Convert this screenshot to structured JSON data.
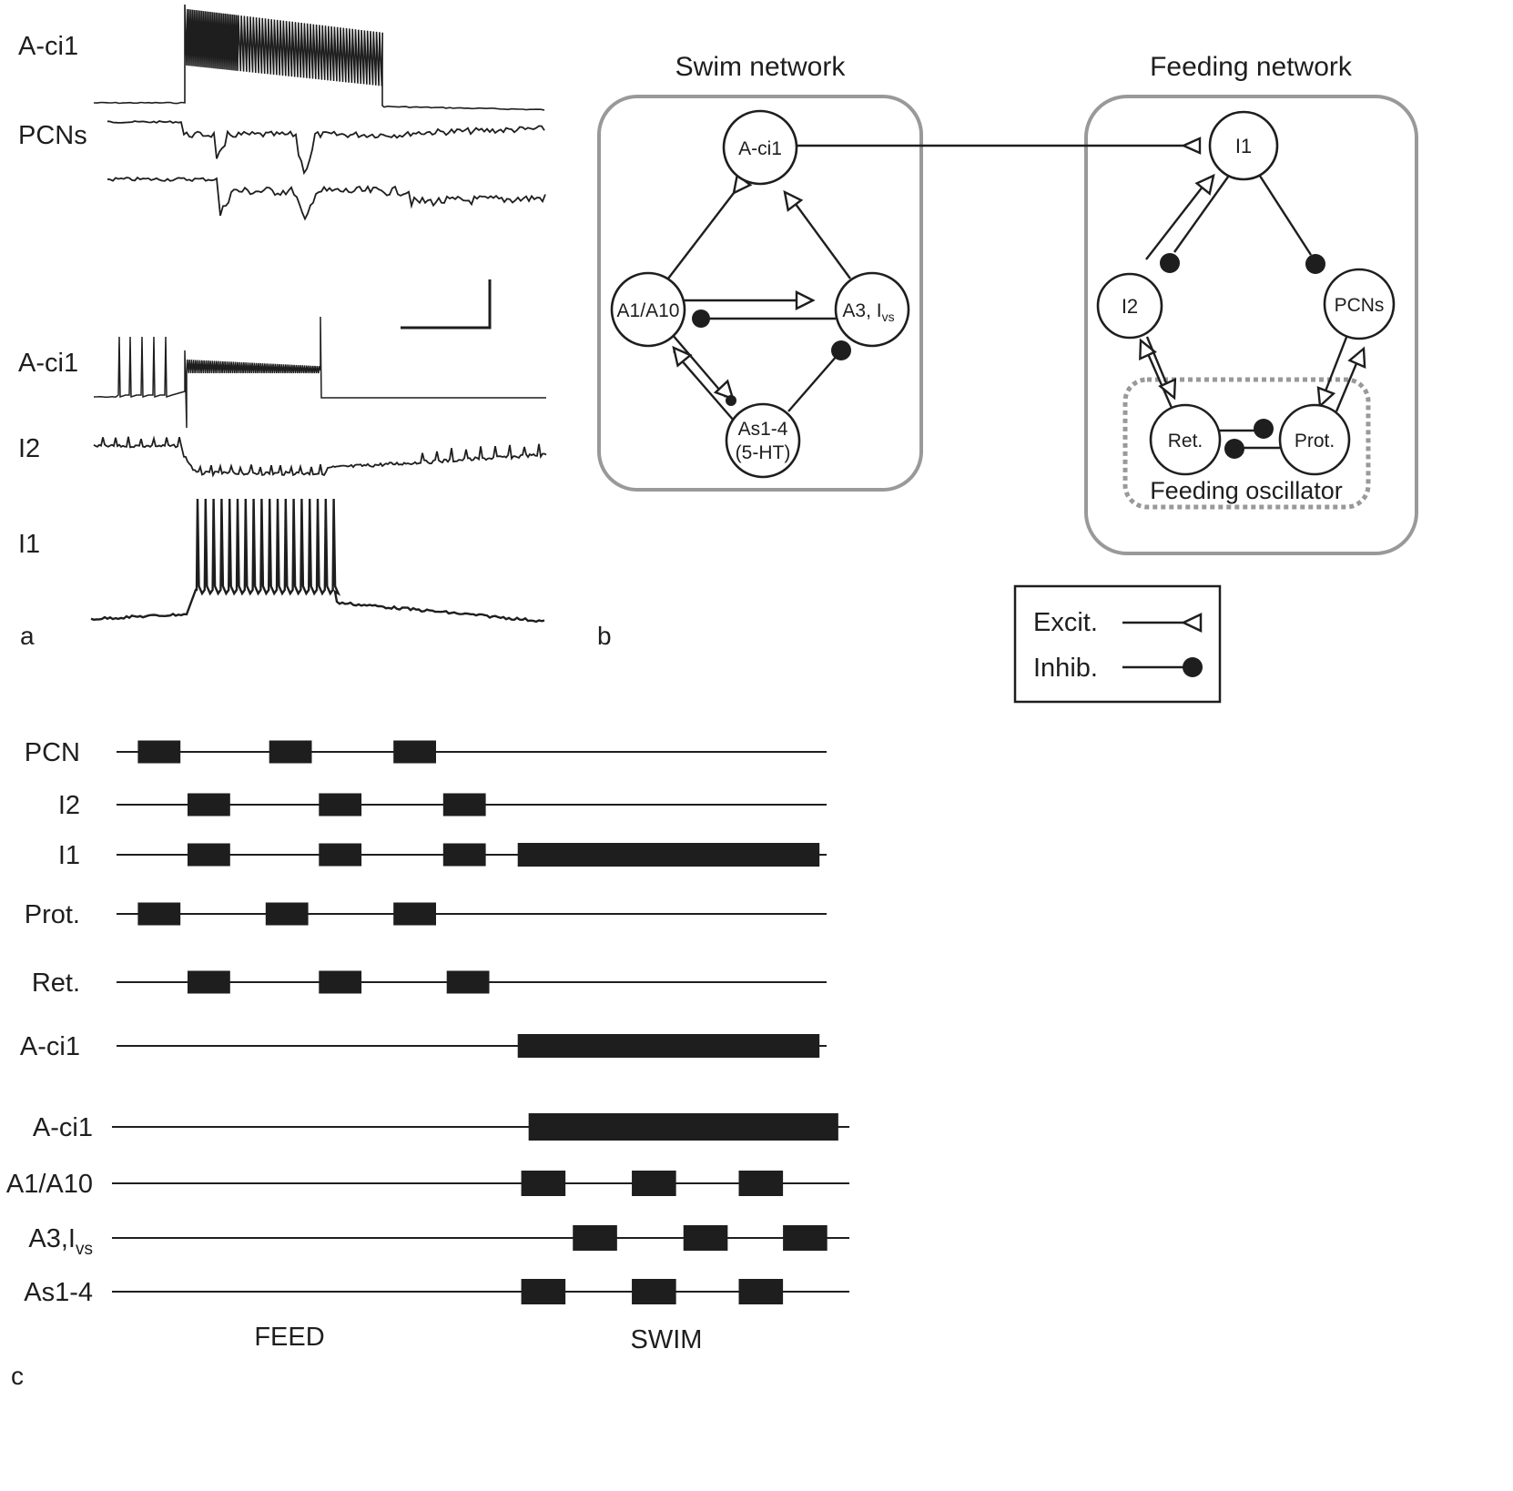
{
  "panel_a": {
    "letter": "a",
    "upper": {
      "traces": [
        {
          "label": "A-ci1",
          "kind": "burst-spiking"
        },
        {
          "label": "PCNs",
          "kind": "hyperpolarizing-ipsps",
          "count": 2
        }
      ]
    },
    "lower": {
      "traces": [
        {
          "label": "A-ci1",
          "kind": "spikes-then-burst"
        },
        {
          "label": "I2",
          "kind": "inhibited"
        },
        {
          "label": "I1",
          "kind": "excited-burst"
        }
      ]
    },
    "scale_bar": {
      "shown": true,
      "labels": []
    }
  },
  "panel_b": {
    "letter": "b",
    "swim_network": {
      "title": "Swim network",
      "nodes": [
        {
          "id": "aci1",
          "label": "A-ci1"
        },
        {
          "id": "a1a10",
          "label": "A1/A10"
        },
        {
          "id": "a3",
          "label": "A3, I",
          "sub": "vs"
        },
        {
          "id": "as14",
          "label": "As1-4",
          "label2": "(5-HT)"
        }
      ],
      "connections": [
        {
          "from": "a1a10",
          "to": "aci1",
          "type": "excit"
        },
        {
          "from": "a3",
          "to": "aci1",
          "type": "excit"
        },
        {
          "from": "a1a10",
          "to": "a3",
          "type": "excit"
        },
        {
          "from": "a3",
          "to": "a1a10",
          "type": "inhib"
        },
        {
          "from": "as14",
          "to": "a1a10",
          "type": "excit"
        },
        {
          "from": "a1a10",
          "to": "as14",
          "type": "excit+inhib"
        },
        {
          "from": "as14",
          "to": "a3",
          "type": "inhib"
        }
      ]
    },
    "feeding_network": {
      "title": "Feeding network",
      "nodes": [
        {
          "id": "i1",
          "label": "I1"
        },
        {
          "id": "i2",
          "label": "I2"
        },
        {
          "id": "pcns",
          "label": "PCNs"
        },
        {
          "id": "ret",
          "label": "Ret."
        },
        {
          "id": "prot",
          "label": "Prot."
        }
      ],
      "oscillator_label": "Feeding oscillator",
      "connections": [
        {
          "from": "i2",
          "to": "i1",
          "type": "excit"
        },
        {
          "from": "i1",
          "to": "i2",
          "type": "inhib"
        },
        {
          "from": "i1",
          "to": "pcns",
          "type": "inhib"
        },
        {
          "from": "ret",
          "to": "i2",
          "type": "excit"
        },
        {
          "from": "i2",
          "to": "ret",
          "type": "excit"
        },
        {
          "from": "pcns",
          "to": "prot",
          "type": "excit"
        },
        {
          "from": "prot",
          "to": "pcns",
          "type": "excit"
        },
        {
          "from": "ret",
          "to": "prot",
          "type": "inhib"
        },
        {
          "from": "prot",
          "to": "ret",
          "type": "inhib"
        }
      ]
    },
    "cross_connection": {
      "from": "aci1",
      "to": "i1",
      "type": "excit"
    },
    "legend": {
      "items": [
        {
          "label": "Excit.",
          "symbol": "open-triangle"
        },
        {
          "label": "Inhib.",
          "symbol": "filled-circle"
        }
      ]
    },
    "colors": {
      "box_border": "#999999",
      "ink": "#1e1e1e",
      "node_fill": "#ffffff"
    }
  },
  "panel_c": {
    "letter": "c",
    "time_unit": "normalized 0-100",
    "feeding_group": [
      {
        "label": "PCN",
        "bursts": [
          [
            3,
            9
          ],
          [
            21.5,
            27.5
          ],
          [
            39,
            45
          ]
        ]
      },
      {
        "label": "I2",
        "bursts": [
          [
            10,
            16
          ],
          [
            28.5,
            34.5
          ],
          [
            46,
            52
          ]
        ]
      },
      {
        "label": "I1",
        "bursts": [
          [
            10,
            16
          ],
          [
            28.5,
            34.5
          ],
          [
            46,
            52
          ],
          [
            56.5,
            99
          ]
        ]
      },
      {
        "label": "Prot.",
        "bursts": [
          [
            3,
            9
          ],
          [
            21,
            27
          ],
          [
            39,
            45
          ]
        ]
      },
      {
        "label": "Ret.",
        "bursts": [
          [
            10,
            16
          ],
          [
            28.5,
            34.5
          ],
          [
            46.5,
            52.5
          ]
        ]
      },
      {
        "label": "A-ci1",
        "bursts": [
          [
            56.5,
            99
          ]
        ]
      }
    ],
    "swim_group": [
      {
        "label": "A-ci1",
        "bursts": [
          [
            56.5,
            98.5
          ]
        ]
      },
      {
        "label": "A1/A10",
        "bursts": [
          [
            55.5,
            61.5
          ],
          [
            70.5,
            76.5
          ],
          [
            85,
            91
          ]
        ]
      },
      {
        "label": "A3,I",
        "sub": "vs",
        "bursts": [
          [
            62.5,
            68.5
          ],
          [
            77.5,
            83.5
          ],
          [
            91,
            97
          ]
        ]
      },
      {
        "label": "As1-4",
        "bursts": [
          [
            55.5,
            61.5
          ],
          [
            70.5,
            76.5
          ],
          [
            85,
            91
          ]
        ]
      }
    ],
    "phase_labels": [
      "FEED",
      "SWIM"
    ]
  }
}
